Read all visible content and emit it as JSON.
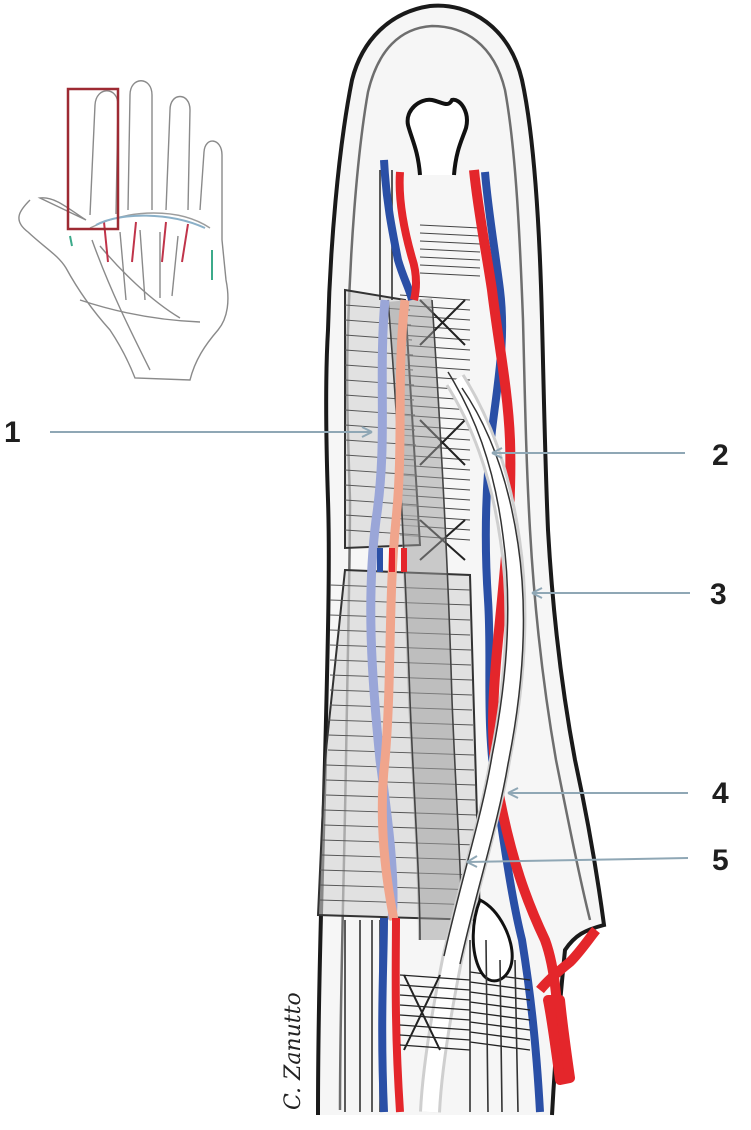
{
  "callouts": [
    {
      "number": "1"
    },
    {
      "number": "2"
    },
    {
      "number": "3"
    },
    {
      "number": "4"
    },
    {
      "number": "5"
    }
  ],
  "artist_signature": "C. Zanutto",
  "colors": {
    "artery": "#e4262b",
    "vein": "#2a4fa6",
    "leader_line": "#8fa7b5",
    "inset_box": "#9e2a33",
    "outline": "#1a1a1a",
    "faded_artery": "#f0a58c",
    "faded_vein": "#9aa6d8"
  }
}
